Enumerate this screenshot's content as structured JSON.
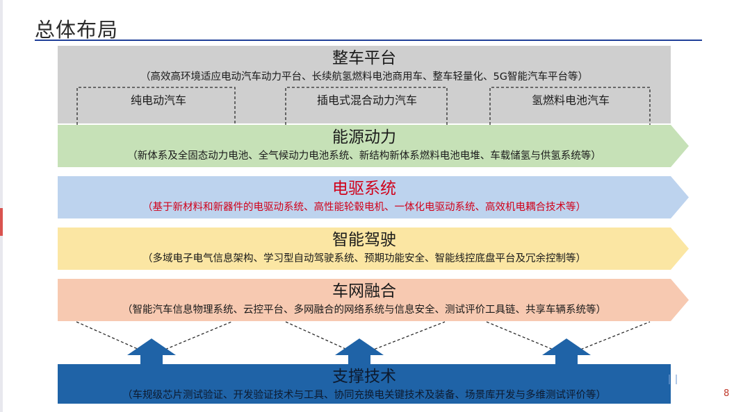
{
  "page_title": "总体布局",
  "page_number": "8",
  "platform": {
    "title": "整车平台",
    "subtitle": "（高效高环境适应电动汽车动力平台、长续航氢燃料电池商用车、整车轻量化、5G智能汽车平台等）",
    "vehicles": [
      "纯电动汽车",
      "插电式混合动力汽车",
      "氢燃料电池汽车"
    ],
    "color": "#cfcfcf"
  },
  "bands": [
    {
      "id": "energy",
      "title": "能源动力",
      "subtitle": "（新体系及全固态动力电池、全气候动力电池系统、新结构新体系燃料电池电堆、车载储氢与供氢系统等）",
      "color": "#c6e1b7",
      "text_color": "#1a1a1a"
    },
    {
      "id": "drive",
      "title": "电驱系统",
      "subtitle": "（基于新材料和新器件的电驱动系统、高性能轮毂电机、一体化电驱动系统、高效机电耦合技术等）",
      "color": "#bdd3ee",
      "text_color": "#d0021b"
    },
    {
      "id": "intelligent",
      "title": "智能驾驶",
      "subtitle": "（多域电子电气信息架构、学习型自动驾驶系统、预期功能安全、智能线控底盘平台及冗余控制等）",
      "color": "#fbe6a3",
      "text_color": "#1a1a1a"
    },
    {
      "id": "network",
      "title": "车网融合",
      "subtitle": "（智能汽车信息物理系统、云控平台、多网融合的网络系统与信息安全、测试评价工具链、共享车辆系统等）",
      "color": "#f7c9b1",
      "text_color": "#1a1a1a"
    }
  ],
  "support": {
    "title": "支撑技术",
    "subtitle": "（车规级芯片测试验证、开发验证技术与工具、协同充换电关键技术及装备、场景库开发与多维测试评价等）",
    "color": "#1f63a7"
  },
  "arrow_color": "#1f63a7"
}
